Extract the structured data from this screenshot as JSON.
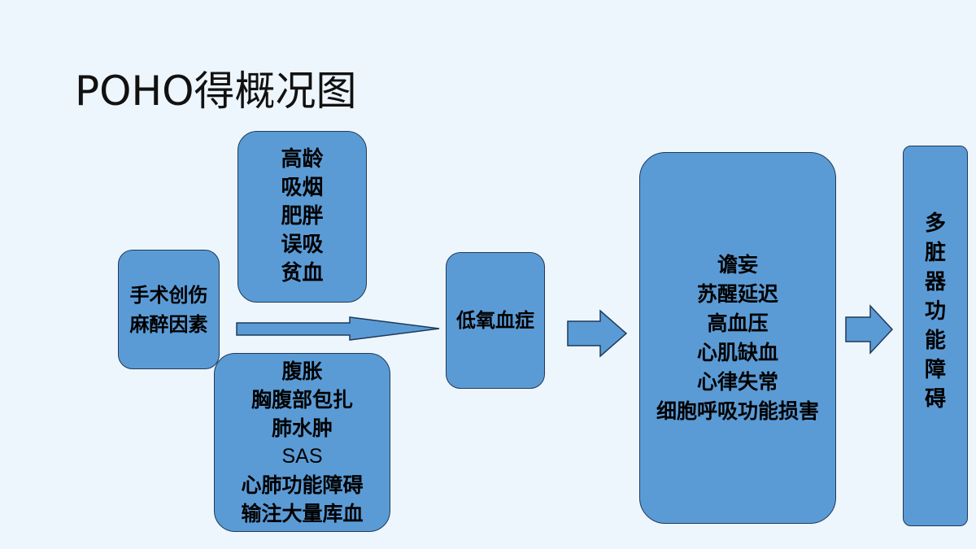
{
  "title": "POHO得概况图",
  "cause": {
    "lines": [
      "手术创伤",
      "麻醉因素"
    ]
  },
  "patient_factors": {
    "lines": [
      "高龄",
      "吸烟",
      "肥胖",
      "误吸",
      "贫血"
    ]
  },
  "surgery_factors": {
    "lines": [
      "腹胀",
      "胸腹部包扎",
      "肺水肿",
      "SAS",
      "心肺功能障碍",
      "输注大量库血"
    ]
  },
  "hypoxemia": {
    "label": "低氧血症"
  },
  "effects": {
    "lines": [
      "谵妄",
      "苏醒延迟",
      "高血压",
      "心肌缺血",
      "心律失常",
      "细胞呼吸功能损害"
    ]
  },
  "outcome": {
    "chars": [
      "多",
      "脏",
      "器",
      "功",
      "能",
      "障",
      "碍"
    ]
  },
  "colors": {
    "box_fill": "#5b9bd5",
    "box_border": "#1f3a5a",
    "background": "#eef6fd"
  }
}
